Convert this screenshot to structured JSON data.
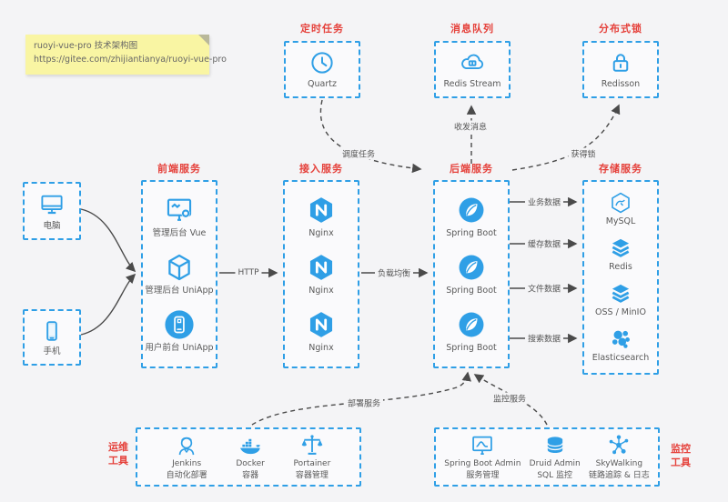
{
  "colors": {
    "accent_blue": "#2f9fe6",
    "title_red": "#e5403a",
    "line_gray": "#4a4a4a",
    "note_bg": "#f9f5a3"
  },
  "note": {
    "title": "ruoyi-vue-pro 技术架构图",
    "url": "https://gitee.com/zhijiantianya/ruoyi-vue-pro"
  },
  "top_groups": [
    {
      "title": "定时任务",
      "item": {
        "label": "Quartz",
        "icon": "clock-icon"
      }
    },
    {
      "title": "消息队列",
      "item": {
        "label": "Redis Stream",
        "icon": "cloud-mq-icon"
      }
    },
    {
      "title": "分布式锁",
      "item": {
        "label": "Redisson",
        "icon": "lock-icon"
      }
    }
  ],
  "clients": [
    {
      "label": "电脑",
      "icon": "desktop-icon"
    },
    {
      "label": "手机",
      "icon": "mobile-icon"
    }
  ],
  "columns": [
    {
      "title": "前端服务",
      "items": [
        {
          "label": "管理后台 Vue"
        },
        {
          "label": "管理后台 UniApp"
        },
        {
          "label": "用户前台 UniApp"
        }
      ]
    },
    {
      "title": "接入服务",
      "items": [
        {
          "label": "Nginx"
        },
        {
          "label": "Nginx"
        },
        {
          "label": "Nginx"
        }
      ]
    },
    {
      "title": "后端服务",
      "items": [
        {
          "label": "Spring Boot"
        },
        {
          "label": "Spring Boot"
        },
        {
          "label": "Spring Boot"
        }
      ]
    },
    {
      "title": "存储服务",
      "items": [
        {
          "label": "MySQL"
        },
        {
          "label": "Redis"
        },
        {
          "label": "OSS / MinIO"
        },
        {
          "label": "Elasticsearch"
        }
      ]
    }
  ],
  "bottom_groups": [
    {
      "title_line1": "运维",
      "title_line2": "工具",
      "items": [
        {
          "name": "Jenkins",
          "desc": "自动化部署"
        },
        {
          "name": "Docker",
          "desc": "容器"
        },
        {
          "name": "Portainer",
          "desc": "容器管理"
        }
      ]
    },
    {
      "title_line1": "监控",
      "title_line2": "工具",
      "items": [
        {
          "name": "Spring Boot Admin",
          "desc": "服务管理"
        },
        {
          "name": "Druid Admin",
          "desc": "SQL 监控"
        },
        {
          "name": "SkyWalking",
          "desc": "链路追踪 & 日志"
        }
      ]
    }
  ],
  "edges": {
    "http": "HTTP",
    "load_balance": "负载均衡",
    "business_data": "业务数据",
    "cache_data": "缓存数据",
    "file_data": "文件数据",
    "search_data": "搜索数据",
    "schedule_task": "调度任务",
    "send_receive": "收发消息",
    "acquire_lock": "获得锁",
    "deploy_service": "部署服务",
    "monitor_service": "监控服务"
  }
}
